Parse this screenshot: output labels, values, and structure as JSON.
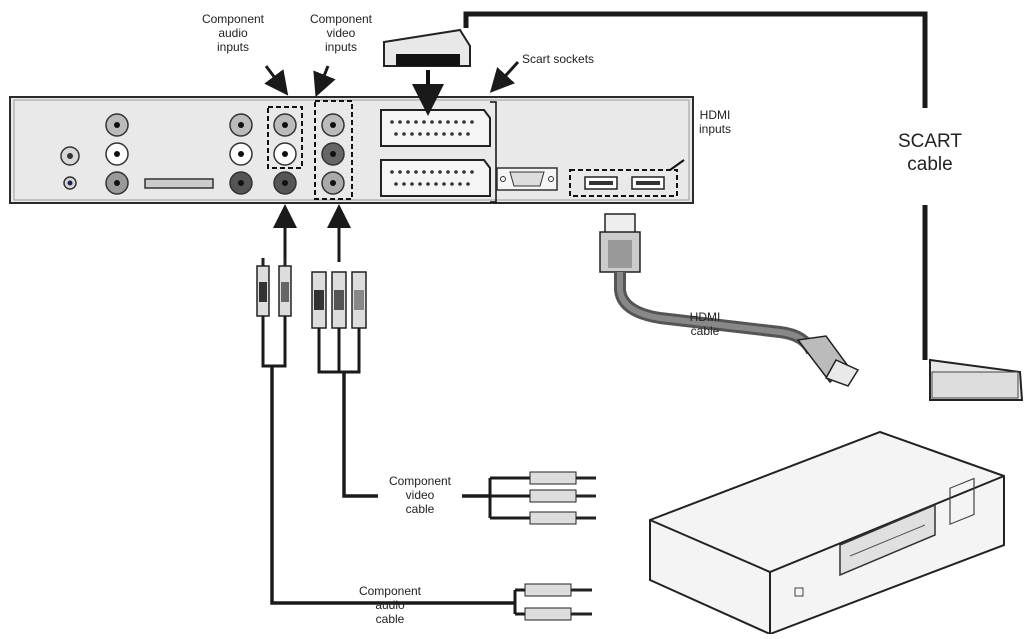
{
  "labels": {
    "component_audio_inputs": [
      "Component",
      "audio",
      "inputs"
    ],
    "component_video_inputs": [
      "Component",
      "video",
      "inputs"
    ],
    "scart_sockets": "Scart sockets",
    "hdmi_inputs": [
      "HDMI",
      "inputs"
    ],
    "scart_cable": [
      "SCART",
      "cable"
    ],
    "hdmi_cable": [
      "HDMI",
      "cable"
    ],
    "component_video_cable": [
      "Component",
      "video",
      "cable"
    ],
    "component_audio_cable": [
      "Component",
      "audio",
      "cable"
    ]
  },
  "colors": {
    "line": "#1a1a1a",
    "panel": "#e6e6e6",
    "panel_edge": "#333333",
    "dvd": "#f2f2f2"
  }
}
